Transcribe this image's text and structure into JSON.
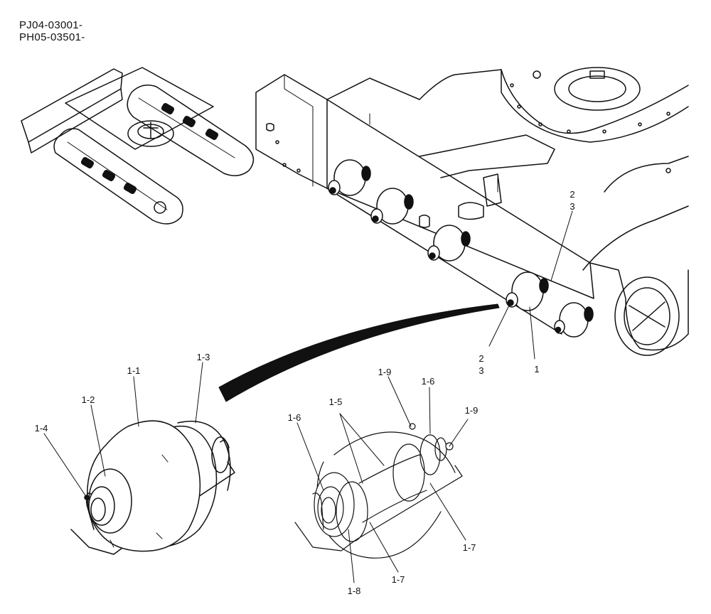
{
  "header": {
    "serial_1": "PJ04-03001-",
    "serial_2": "PH05-03501-"
  },
  "callouts": {
    "c1": "1",
    "c2a": "2",
    "c3a": "3",
    "c2b": "2",
    "c3b": "3",
    "c1_1": "1-1",
    "c1_2": "1-2",
    "c1_3": "1-3",
    "c1_4": "1-4",
    "c1_5": "1-5",
    "c1_6a": "1-6",
    "c1_6b": "1-6",
    "c1_7a": "1-7",
    "c1_7b": "1-7",
    "c1_8": "1-8",
    "c1_9a": "1-9",
    "c1_9b": "1-9"
  },
  "colors": {
    "line": "#111111",
    "background": "#ffffff"
  }
}
